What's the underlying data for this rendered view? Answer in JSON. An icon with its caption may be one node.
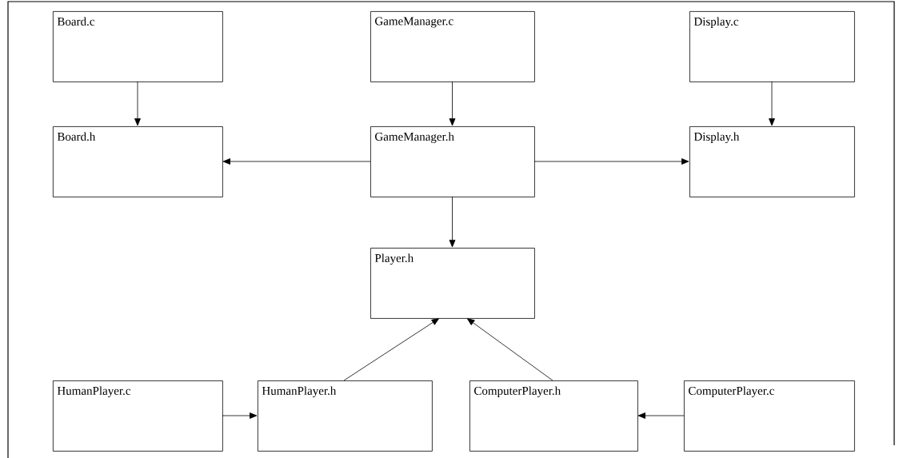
{
  "diagram": {
    "nodes": [
      {
        "text": [
          "Board.c"
        ]
      },
      {
        "text": [
          "GameManager.c"
        ]
      },
      {
        "text": [
          "Display.c"
        ]
      },
      {
        "text": [
          "Board.h"
        ]
      },
      {
        "text": [
          "GameManager.h"
        ]
      },
      {
        "text": [
          "Display.h"
        ]
      },
      {
        "text": [
          "Player.h"
        ]
      },
      {
        "text": [
          "HumanPlayer.c"
        ]
      },
      {
        "text": [
          "HumanPlayer.h"
        ]
      },
      {
        "text": [
          "ComputerPlayer.h"
        ]
      },
      {
        "text": [
          "ComputerPlayer.c"
        ]
      }
    ],
    "edges": [
      {
        "from": 0,
        "to": 3,
        "arrow": "to"
      },
      {
        "from": 1,
        "to": 4,
        "arrow": "to"
      },
      {
        "from": 2,
        "to": 5,
        "arrow": "to"
      },
      {
        "from": 4,
        "to": 3,
        "arrow": "to"
      },
      {
        "from": 4,
        "to": 5,
        "arrow": "to"
      },
      {
        "from": 4,
        "to": 6,
        "arrow": "to"
      },
      {
        "from": 8,
        "to": 6,
        "arrow": "to"
      },
      {
        "from": 9,
        "to": 6,
        "arrow": "to"
      },
      {
        "from": 7,
        "to": 8,
        "arrow": "to"
      },
      {
        "from": 10,
        "to": 9,
        "arrow": "to"
      }
    ]
  }
}
